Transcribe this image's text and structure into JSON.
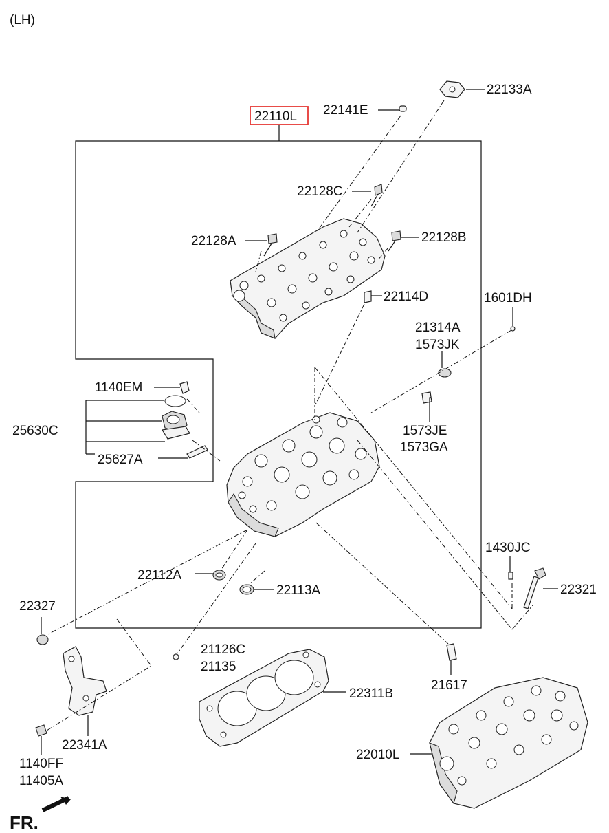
{
  "header": {
    "variant": "(LH)"
  },
  "highlighted_part": {
    "code": "22110L",
    "color": "#e53935"
  },
  "labels": {
    "p22141E": "22141E",
    "p22133A": "22133A",
    "p22128C": "22128C",
    "p22128A": "22128A",
    "p22128B": "22128B",
    "p22114D": "22114D",
    "p1601DH": "1601DH",
    "p21314A": "21314A",
    "p1573JK": "1573JK",
    "p1140EM": "1140EM",
    "p25630C": "25630C",
    "p1573JE": "1573JE",
    "p1573GA": "1573GA",
    "p25627A": "25627A",
    "p1430JC": "1430JC",
    "p22321": "22321",
    "p22112A": "22112A",
    "p22113A": "22113A",
    "p22327": "22327",
    "p21126C": "21126C",
    "p21135": "21135",
    "p21617": "21617",
    "p22311B": "22311B",
    "p22341A": "22341A",
    "p1140FF": "1140FF",
    "p11405A": "11405A",
    "p22010L": "22010L"
  },
  "footer": {
    "direction": "FR."
  }
}
